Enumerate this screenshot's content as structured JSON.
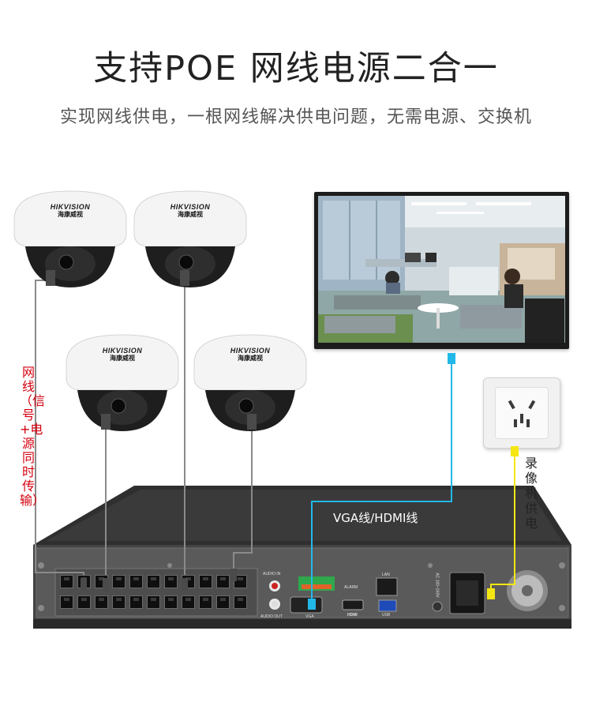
{
  "header": {
    "title": "支持POE 网线电源二合一",
    "subtitle": "实现网线供电，一根网线解决供电问题，无需电源、交换机"
  },
  "cameras": {
    "brand": "HIKVISION",
    "brand_cn": "海康威视"
  },
  "labels": {
    "network_cable": "网线（信号+电源同时传输）",
    "vga_hdmi": "VGA线/HDMI线",
    "nvr_power": "录像机供电"
  },
  "nvr_panel": {
    "audio_in": "AUDIO IN",
    "audio_out": "AUDIO OUT",
    "alarm": "ALARM",
    "vga": "VGA",
    "hdmi": "HDMI",
    "lan": "LAN",
    "usb": "USB",
    "power_rating": "AC 100~240V"
  },
  "colors": {
    "poe_cable": "#8a8a8a",
    "vga_cable": "#22b8e8",
    "power_cable": "#f5e612",
    "side_label": "#d4000f",
    "nvr_body": "#3a3a3a"
  }
}
